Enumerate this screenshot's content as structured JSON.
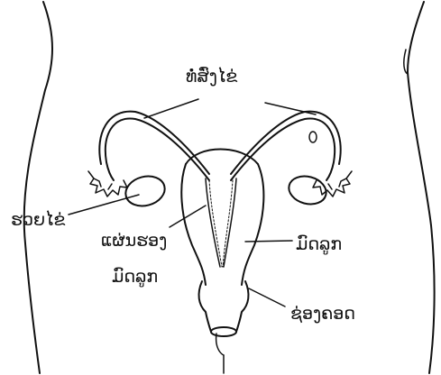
{
  "diagram": {
    "labels": {
      "fallopian_tube": "ທໍ່ສົ່ງໄຂ່",
      "ovary": "ຮວຍໄຂ່",
      "uterine_lining_line1": "ແຜ່ນຮອງ",
      "uterine_lining_line2": "ມົດລູກ",
      "uterus": "ມົດລູກ",
      "vagina": "ຊ່ອງຄອດ"
    },
    "colors": {
      "ink": "#111111",
      "background": "#ffffff"
    }
  }
}
